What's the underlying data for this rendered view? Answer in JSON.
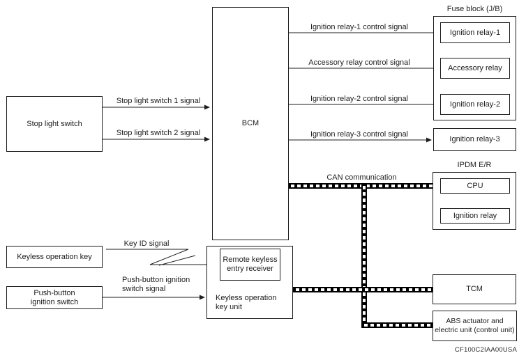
{
  "figure_code": "CF100C2IAA00USA",
  "colors": {
    "line": "#1c1c1c",
    "background": "#ffffff",
    "can_pattern": "#000000"
  },
  "nodes": {
    "stop_light_switch": {
      "label": "Stop light switch"
    },
    "bcm": {
      "label": "BCM"
    },
    "fuse_block": {
      "label": "Fuse block (J/B)"
    },
    "ignition_relay_1": {
      "label": "Ignition relay-1"
    },
    "accessory_relay": {
      "label": "Accessory relay"
    },
    "ignition_relay_2": {
      "label": "Ignition relay-2"
    },
    "ignition_relay_3": {
      "label": "Ignition relay-3"
    },
    "ipdm_er": {
      "label": "IPDM E/R"
    },
    "cpu": {
      "label": "CPU"
    },
    "ignition_relay": {
      "label": "Ignition relay"
    },
    "tcm": {
      "label": "TCM"
    },
    "abs_actuator": {
      "label": "ABS actuator and\nelectric unit (control unit)"
    },
    "keyless_operation_key": {
      "label": "Keyless operation key"
    },
    "push_button_ignition_switch": {
      "label": "Push-button\nignition switch"
    },
    "remote_keyless_entry_receiver": {
      "label": "Remote keyless\nentry receiver"
    },
    "keyless_operation_key_unit": {
      "label": "Keyless operation\nkey unit"
    }
  },
  "signals": {
    "stop_light_1": {
      "label": "Stop light switch 1 signal"
    },
    "stop_light_2": {
      "label": "Stop light switch 2 signal"
    },
    "ignition_relay_1_control": {
      "label": "Ignition relay-1 control signal"
    },
    "accessory_relay_control": {
      "label": "Accessory relay control signal"
    },
    "ignition_relay_2_control": {
      "label": "Ignition relay-2 control signal"
    },
    "ignition_relay_3_control": {
      "label": "Ignition relay-3 control signal"
    },
    "can_communication": {
      "label": "CAN communication"
    },
    "key_id": {
      "label": "Key ID signal"
    },
    "push_button_signal": {
      "label": "Push-button ignition\nswitch signal"
    }
  }
}
